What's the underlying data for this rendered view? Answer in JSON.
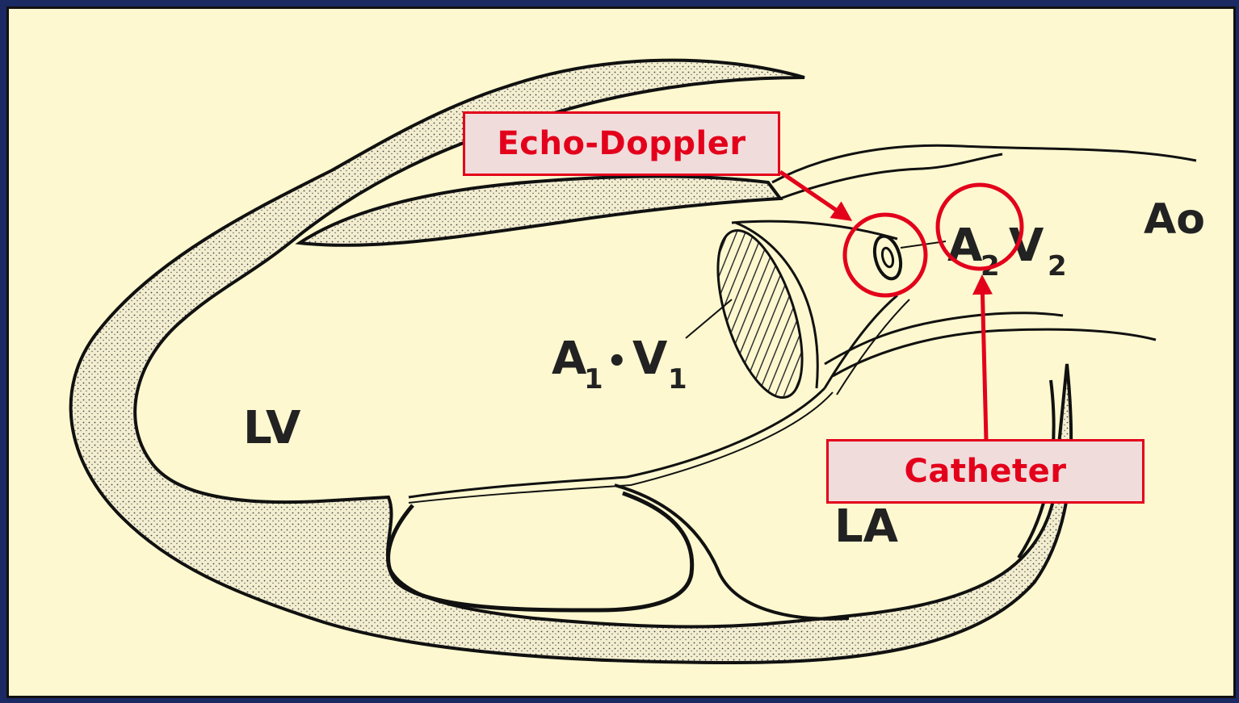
{
  "labels": {
    "lv": "LV",
    "la": "LA",
    "ao": "Ao",
    "a1v1_a": "A",
    "a1v1_a_sub": "1",
    "a1v1_dot": "•",
    "a1v1_v": "V",
    "a1v1_v_sub": "1",
    "a2v2_a": "A",
    "a2v2_a_sub": "2",
    "a2v2_v": "V",
    "a2v2_v_sub": "2"
  },
  "callouts": {
    "echo_doppler": "Echo-Doppler",
    "catheter": "Catheter"
  },
  "colors": {
    "background": "#fdf8cf",
    "outer_border": "#1b2a63",
    "annotation_red": "#e3001b",
    "callout_fill": "#f1dcdc"
  }
}
